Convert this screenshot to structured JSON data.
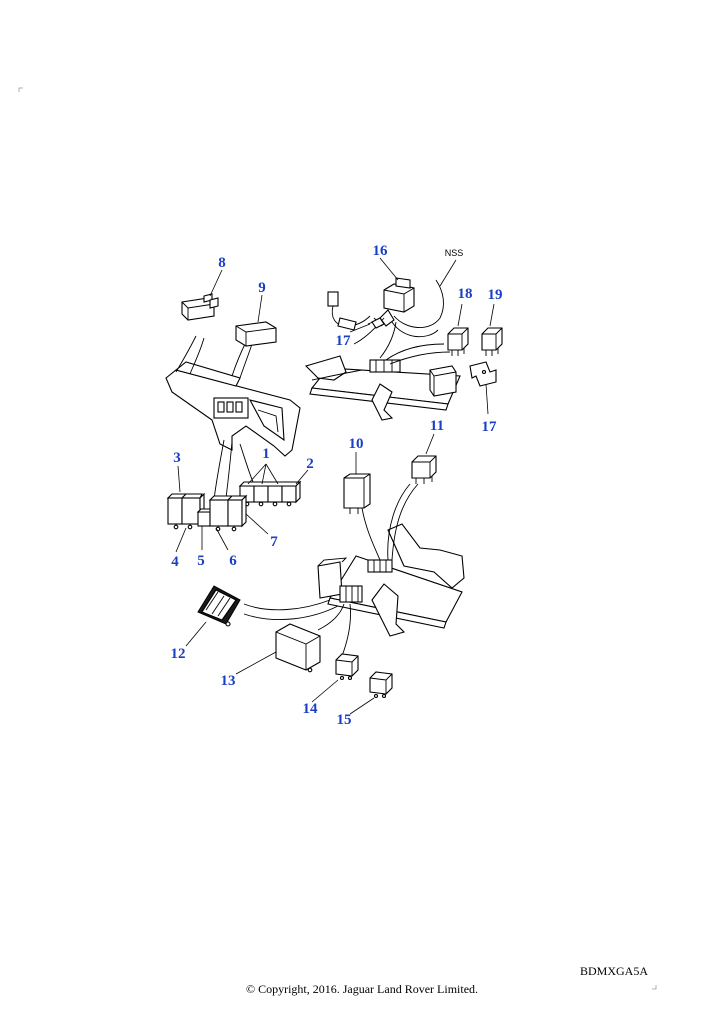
{
  "diagram": {
    "callouts": [
      "1",
      "2",
      "3",
      "4",
      "5",
      "6",
      "7",
      "8",
      "9",
      "10",
      "11",
      "12",
      "13",
      "14",
      "15",
      "16",
      "17",
      "17",
      "18",
      "19"
    ],
    "nss_label": "NSS"
  },
  "footer": {
    "reference_code": "BDMXGA5A",
    "copyright": "© Copyright, 2016. Jaguar Land Rover Limited."
  }
}
